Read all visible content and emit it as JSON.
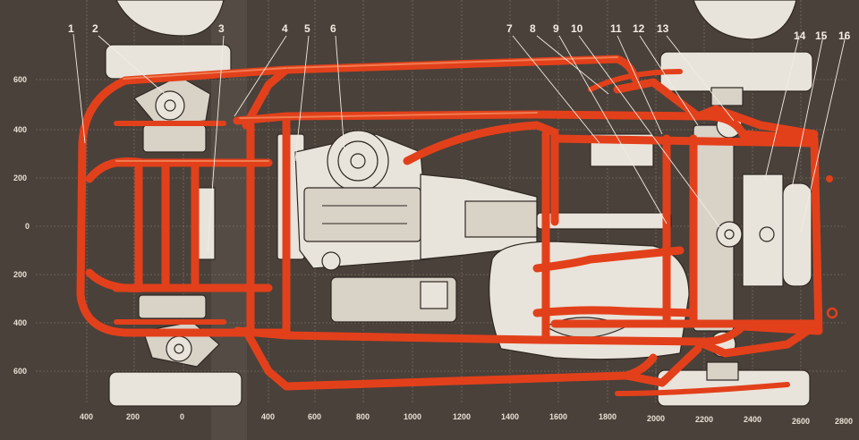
{
  "diagram": {
    "callouts": [
      "1",
      "2",
      "3",
      "4",
      "5",
      "6",
      "7",
      "8",
      "9",
      "10",
      "11",
      "12",
      "13",
      "14",
      "15",
      "16"
    ],
    "x_axis_labels": [
      "400",
      "200",
      "0",
      "400",
      "600",
      "800",
      "1000",
      "1200",
      "1400",
      "1600",
      "1800",
      "2000",
      "2200",
      "2400",
      "2600",
      "2800"
    ],
    "y_axis_labels": [
      "600",
      "400",
      "200",
      "0",
      "200",
      "400",
      "600"
    ]
  },
  "colors": {
    "background": "#4a413a",
    "frame_tube": "#e2401b",
    "components": "#e9e4db",
    "annotation_text": "#f2ece2"
  }
}
